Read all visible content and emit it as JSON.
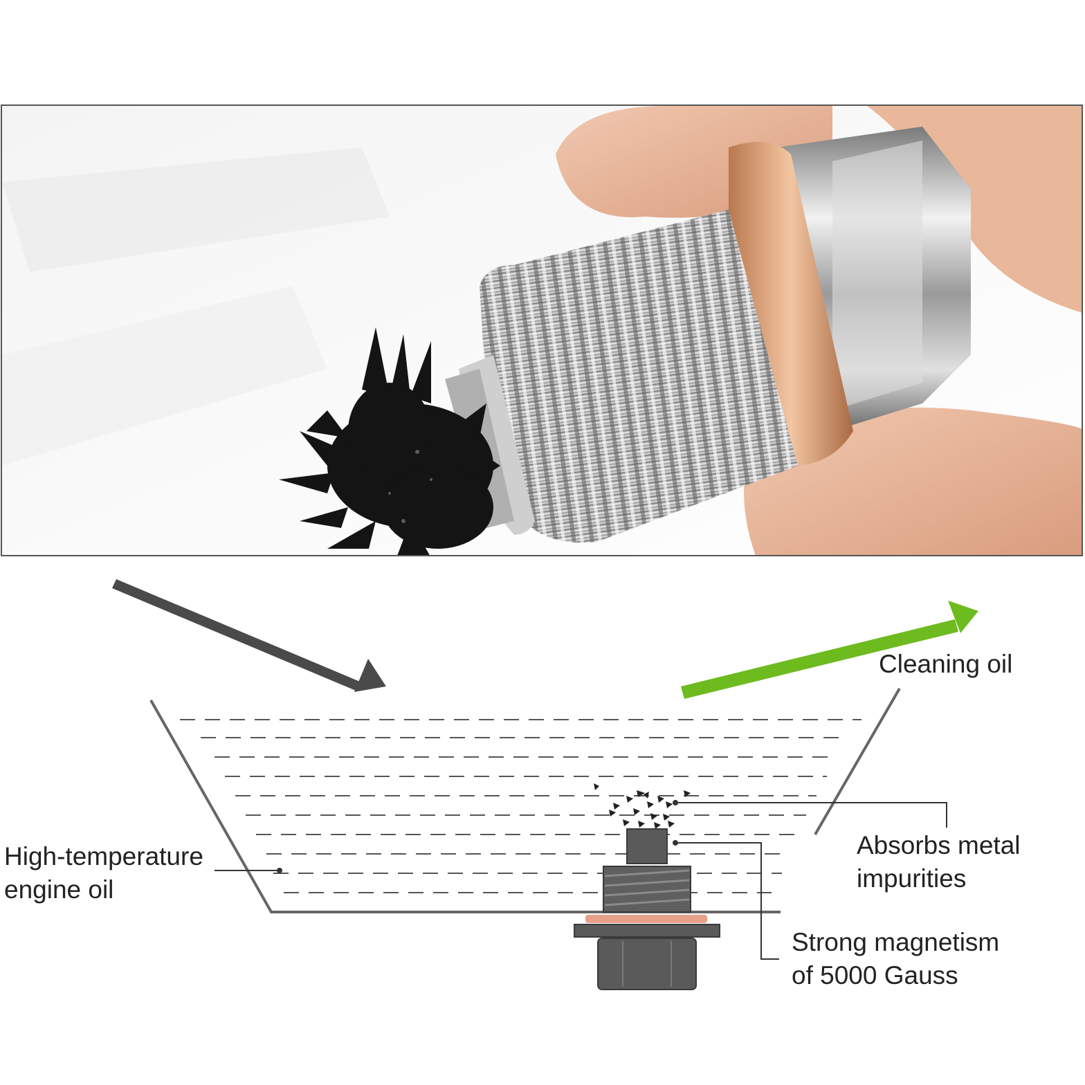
{
  "photo": {
    "subject": "magnetic drain plug holding metal filings"
  },
  "labels": {
    "cleaning_oil": "Cleaning oil",
    "engine_oil_line1": "High-temperature",
    "engine_oil_line2": "engine oil",
    "absorbs_line1": "Absorbs metal",
    "absorbs_line2": "impurities",
    "magnetism_line1": "Strong magnetism",
    "magnetism_line2": "of 5000 Gauss"
  },
  "colors": {
    "inflow_arrow": "#4a4a4a",
    "outflow_arrow": "#6dbb1f",
    "washer": "#e8a088",
    "plug_body": "#5a5a5a",
    "pan_outline": "#666666",
    "oil_dashes": "#555555"
  }
}
